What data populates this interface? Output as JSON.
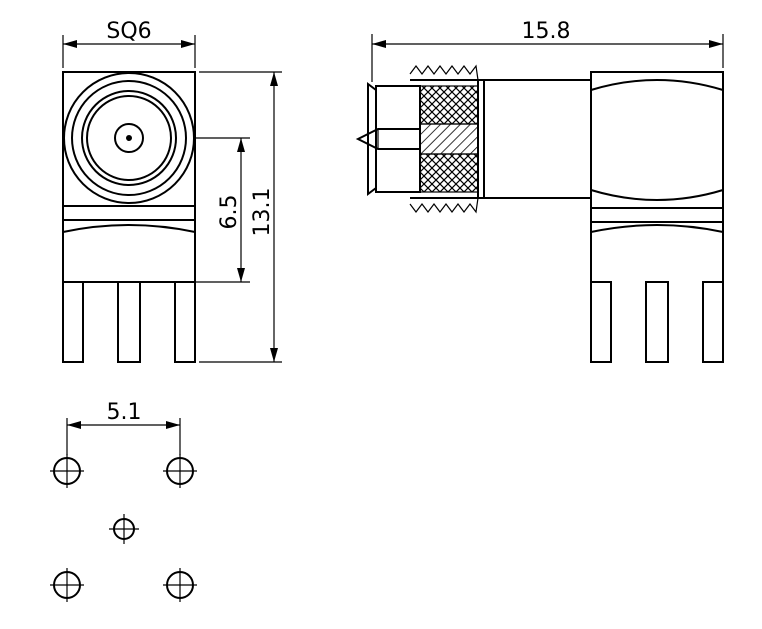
{
  "dimensions": {
    "front_width": "SQ6",
    "side_length": "15.8",
    "center_height": "6.5",
    "total_height": "13.1",
    "pin_spacing": "5.1"
  },
  "views": [
    "front-view",
    "side-view",
    "footprint"
  ],
  "colors": {
    "line": "#000000",
    "background": "#ffffff"
  }
}
